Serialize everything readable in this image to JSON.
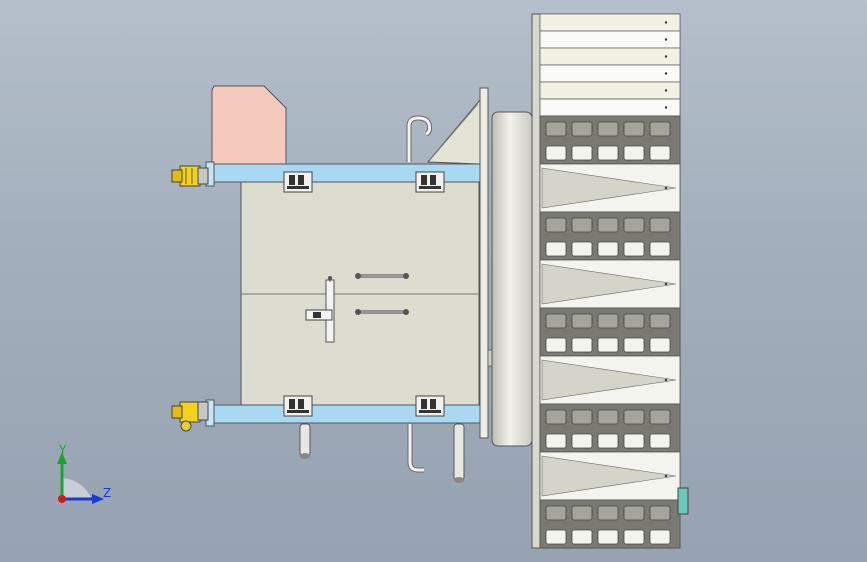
{
  "viewport": {
    "background_top": "#b5bfcb",
    "background_bottom": "#97a2b2"
  },
  "colors": {
    "frame_blue": "#a9d8f2",
    "panel": "#dcdcd0",
    "pink_hood": "#f4c9be",
    "fitting_yellow": "#f2d21a",
    "steel_light": "#f0f0ec",
    "steel_mid": "#c8c8c0",
    "louver_dark": "#6e6e66",
    "teal_cap": "#6cc8b8"
  },
  "triad": {
    "y_label": "Y",
    "z_label": "Z",
    "y_color": "#1aa62a",
    "z_color": "#1a3ad0",
    "x_color": "#d01a1a"
  },
  "louvers": {
    "sections": [
      "grid",
      "slat",
      "grid",
      "slat",
      "grid",
      "slat",
      "grid",
      "slat",
      "grid"
    ]
  }
}
